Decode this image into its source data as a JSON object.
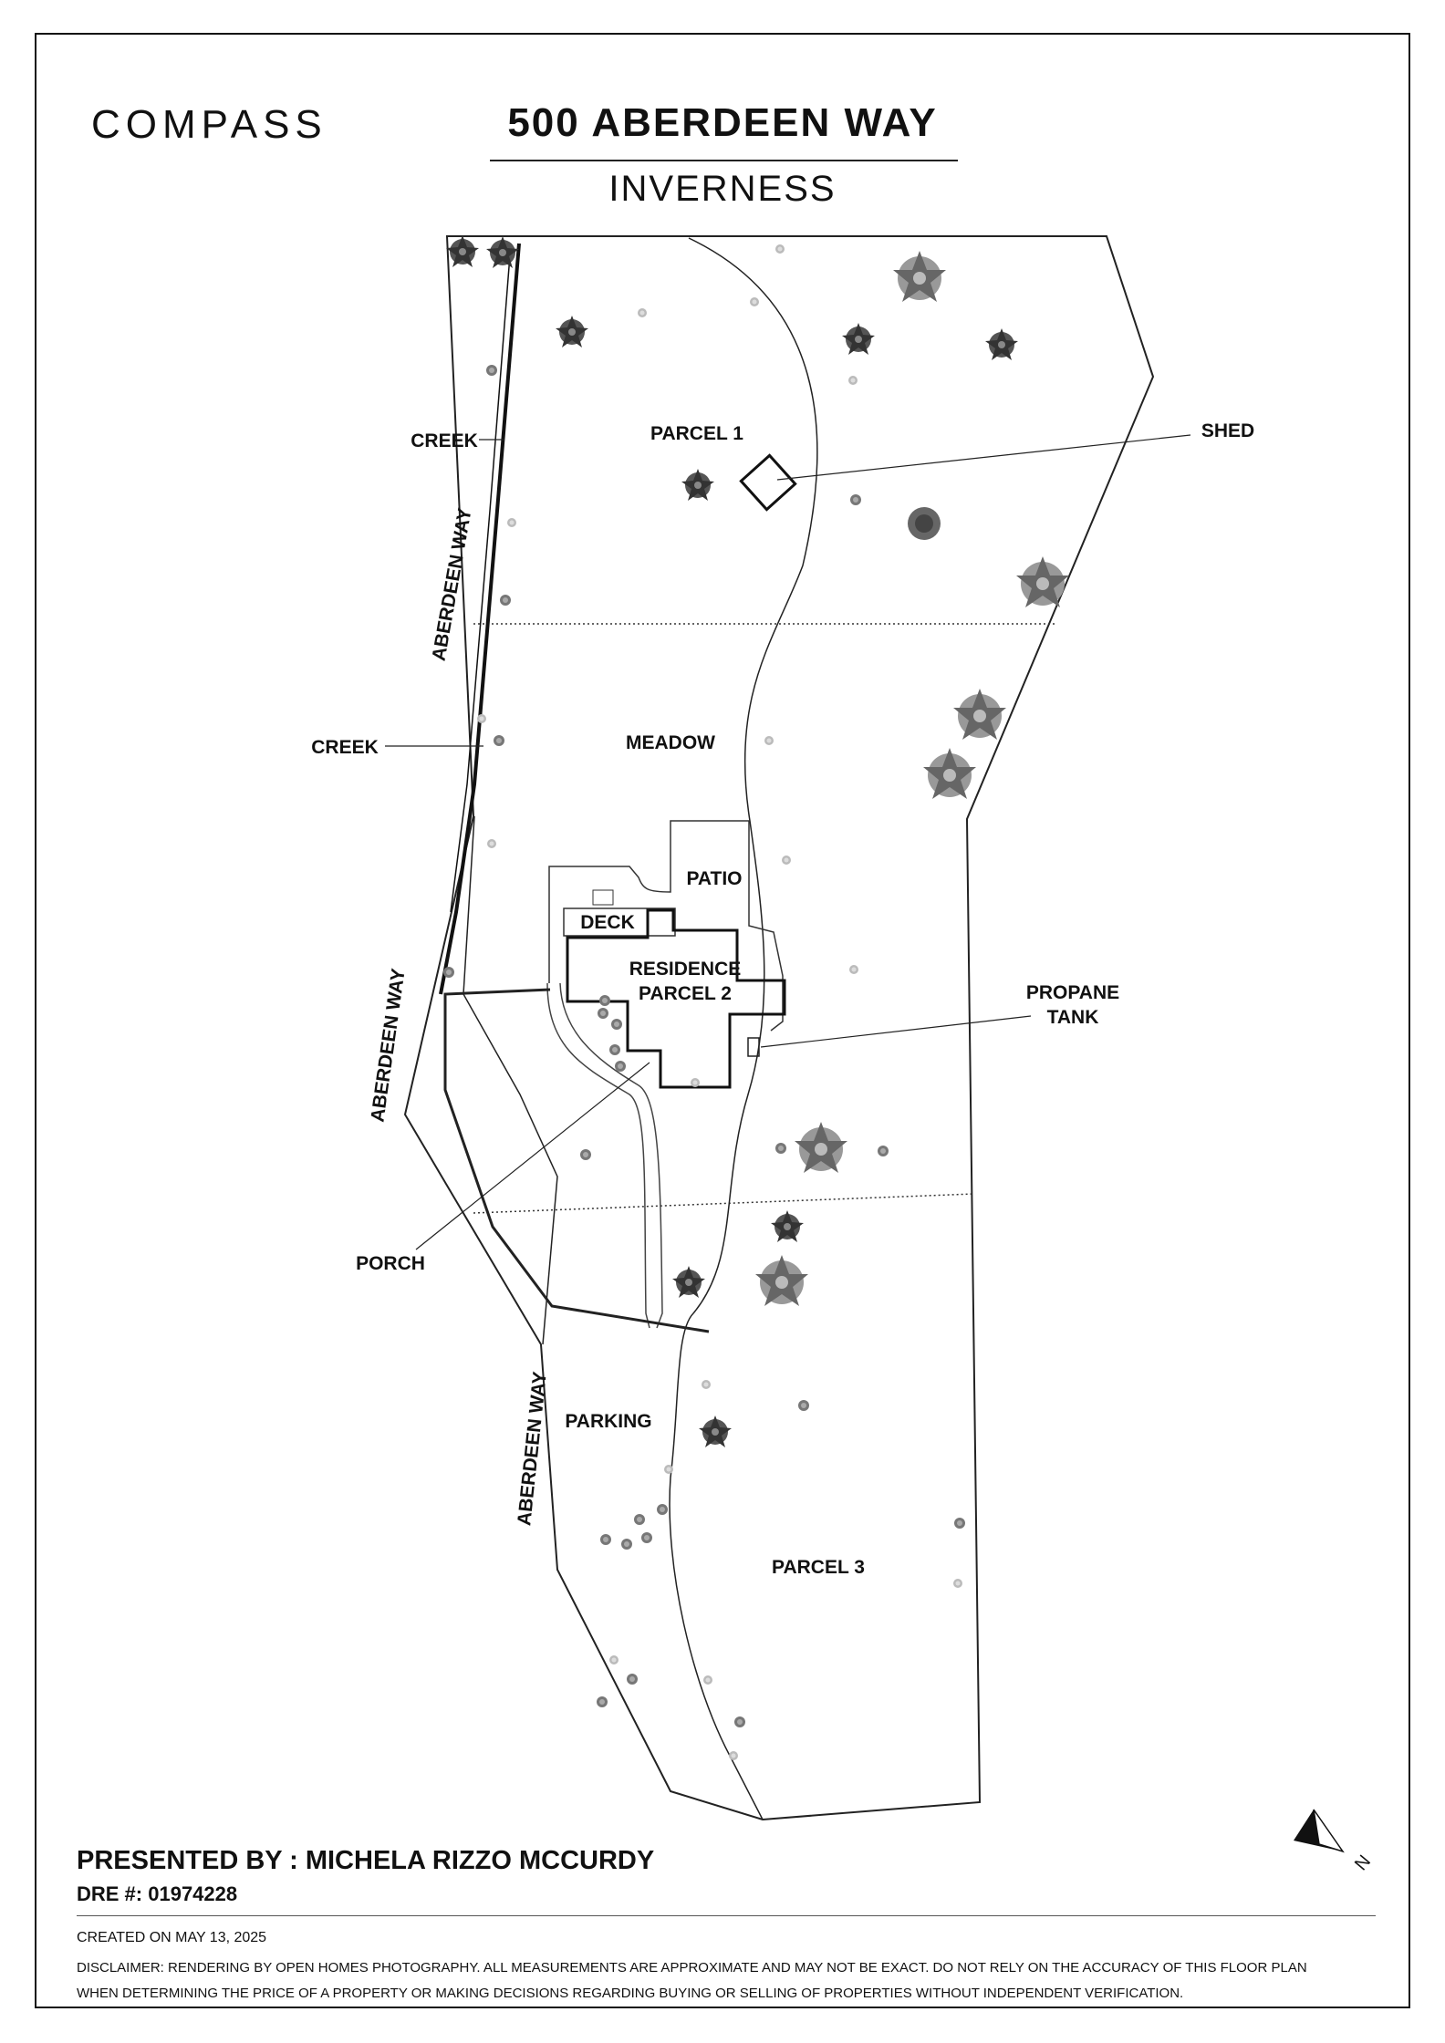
{
  "brand": {
    "logo_text": "COMPASS"
  },
  "header": {
    "title": "500 ABERDEEN WAY",
    "subtitle": "INVERNESS"
  },
  "map": {
    "labels": {
      "parcel1": "PARCEL 1",
      "shed": "SHED",
      "creek_top": "CREEK",
      "creek_mid": "CREEK",
      "road_top": "ABERDEEN WAY",
      "road_mid": "ABERDEEN WAY",
      "road_bottom": "ABERDEEN WAY",
      "meadow": "MEADOW",
      "patio": "PATIO",
      "deck": "DECK",
      "residence_line1": "RESIDENCE",
      "residence_line2": "PARCEL 2",
      "propane_line1": "PROPANE",
      "propane_line2": "TANK",
      "porch": "PORCH",
      "parking": "PARKING",
      "parcel3": "PARCEL 3",
      "compass_n": "N"
    }
  },
  "footer": {
    "presented_by": "PRESENTED BY : MICHELA RIZZO MCCURDY",
    "dre": "DRE #: 01974228",
    "created": "CREATED ON MAY 13, 2025",
    "disclaimer_line1": "DISCLAIMER: RENDERING BY OPEN HOMES PHOTOGRAPHY. ALL MEASUREMENTS ARE APPROXIMATE AND MAY NOT BE EXACT. DO NOT RELY ON THE ACCURACY OF THIS FLOOR PLAN",
    "disclaimer_line2": "WHEN DETERMINING THE PRICE OF A PROPERTY OR MAKING DECISIONS REGARDING BUYING OR SELLING OF PROPERTIES WITHOUT INDEPENDENT VERIFICATION."
  }
}
